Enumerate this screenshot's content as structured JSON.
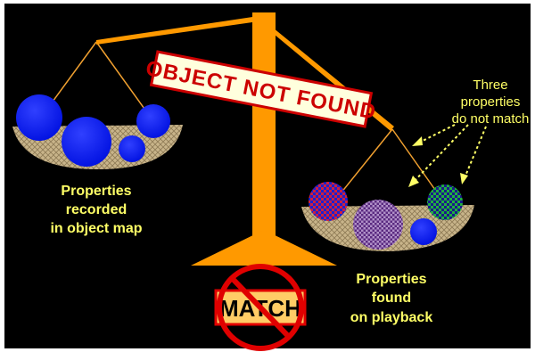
{
  "banner": {
    "text": "OBJECT NOT FOUND"
  },
  "callout": {
    "line1": "Three",
    "line2": "properties",
    "line3": "do not match"
  },
  "left_caption": {
    "line1": "Properties",
    "line2": "recorded",
    "line3": "in object map"
  },
  "right_caption": {
    "line1": "Properties",
    "line2": "found",
    "line3": "on playback"
  },
  "stamp": {
    "text": "MATCH"
  },
  "colors": {
    "background": "#000000",
    "beam": "#ff9900",
    "strings": "#f0a030",
    "left_caption": "#ffff66",
    "right_caption": "#ffff66",
    "callout": "#ffff66",
    "banner_text": "#cc0000",
    "banner_fill": "#ffffdd",
    "stamp_fill": "#ffcc66",
    "prohibit": "#e00000",
    "sphere_blue": "#1020ff",
    "pan_fill": "#c9b48a"
  }
}
